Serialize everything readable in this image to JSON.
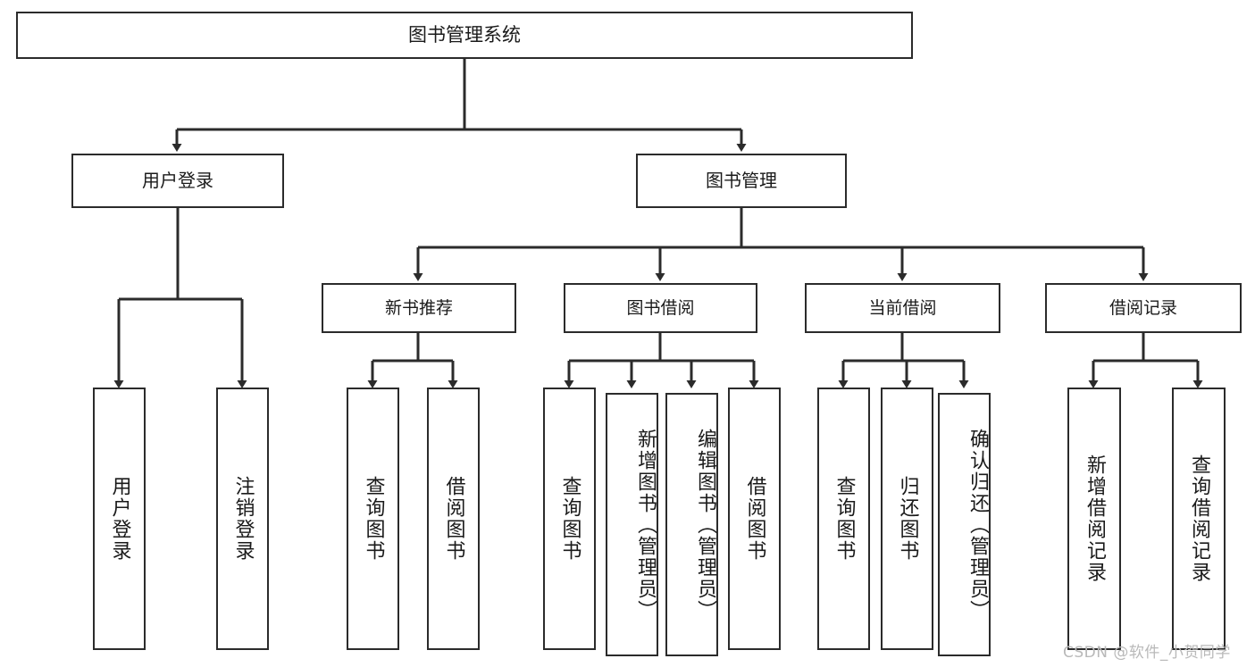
{
  "diagram": {
    "type": "tree-hierarchy",
    "title": "图书管理系统",
    "root": {
      "label": "图书管理系统"
    },
    "level1": [
      {
        "label": "用户登录"
      },
      {
        "label": "图书管理"
      }
    ],
    "level2": [
      {
        "label": "新书推荐"
      },
      {
        "label": "图书借阅"
      },
      {
        "label": "当前借阅"
      },
      {
        "label": "借阅记录"
      }
    ],
    "leaves": {
      "user_login": [
        {
          "label": "用户登录"
        },
        {
          "label": "注销登录"
        }
      ],
      "new_book_recommend": [
        {
          "label": "查询图书"
        },
        {
          "label": "借阅图书"
        }
      ],
      "book_borrow": [
        {
          "label": "查询图书"
        },
        {
          "label": "新增图书（管理员）"
        },
        {
          "label": "编辑图书（管理员）"
        },
        {
          "label": "借阅图书"
        }
      ],
      "current_borrow": [
        {
          "label": "查询图书"
        },
        {
          "label": "归还图书"
        },
        {
          "label": "确认归还（管理员）"
        }
      ],
      "borrow_record": [
        {
          "label": "新增借阅记录"
        },
        {
          "label": "查询借阅记录"
        }
      ]
    }
  },
  "watermark": {
    "text": "CSDN @软件_小贺同学"
  },
  "colors": {
    "border": "#2b2b2b",
    "background": "#ffffff",
    "text": "#1a1a1a",
    "watermark": "#b9b9b9"
  }
}
